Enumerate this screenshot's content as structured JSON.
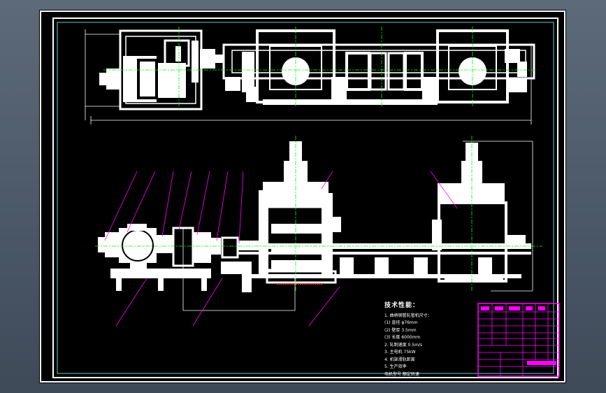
{
  "viewer": {
    "background": "#4b5766",
    "canvas_color": "#000000"
  },
  "drawing": {
    "colors": {
      "outline": "#ffffff",
      "centerline": "#00ff00",
      "leader": "#ff00ff",
      "dimension": "#ffff00",
      "title_block": "#ff00ff",
      "frame_cyan": "#7fffff"
    },
    "tech_notes": {
      "heading": "技术性能：",
      "lines": [
        "1. 曲柄钢管轧管机尺寸：",
        "(1) 直径    φ76mm",
        "(2) 壁厚    3.5mm",
        "(3) 长度    6000mm",
        "2. 轧制速度    0.5m/s",
        "3. 主电机     75kW",
        "4. 机架滑轨距离",
        "5. 生产效率",
        "电机型号    额定转速"
      ]
    }
  }
}
